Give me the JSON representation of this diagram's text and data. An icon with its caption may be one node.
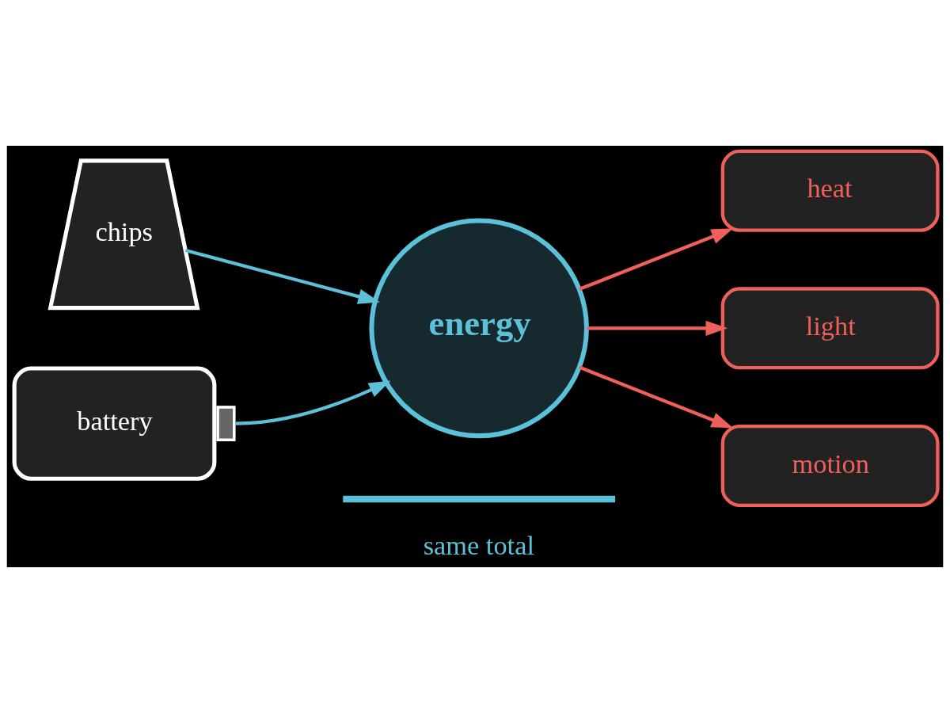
{
  "diagram": {
    "nodes": [
      {
        "text": [
          "chips"
        ]
      },
      {
        "text": [
          "battery"
        ]
      },
      {
        "text": [
          "energy"
        ]
      },
      {
        "text": [
          "heat"
        ]
      },
      {
        "text": [
          "light"
        ]
      },
      {
        "text": [
          "motion"
        ]
      }
    ],
    "edges": [
      {
        "from": 0,
        "to": 2,
        "arrow": "to",
        "color": "#5bc0d8"
      },
      {
        "from": 1,
        "to": 2,
        "arrow": "to",
        "color": "#5bc0d8"
      },
      {
        "from": 2,
        "to": 3,
        "arrow": "to"
      },
      {
        "from": 2,
        "to": 4,
        "arrow": "to"
      },
      {
        "from": 2,
        "to": 5,
        "arrow": "to"
      }
    ],
    "labels": [
      "same total"
    ]
  }
}
